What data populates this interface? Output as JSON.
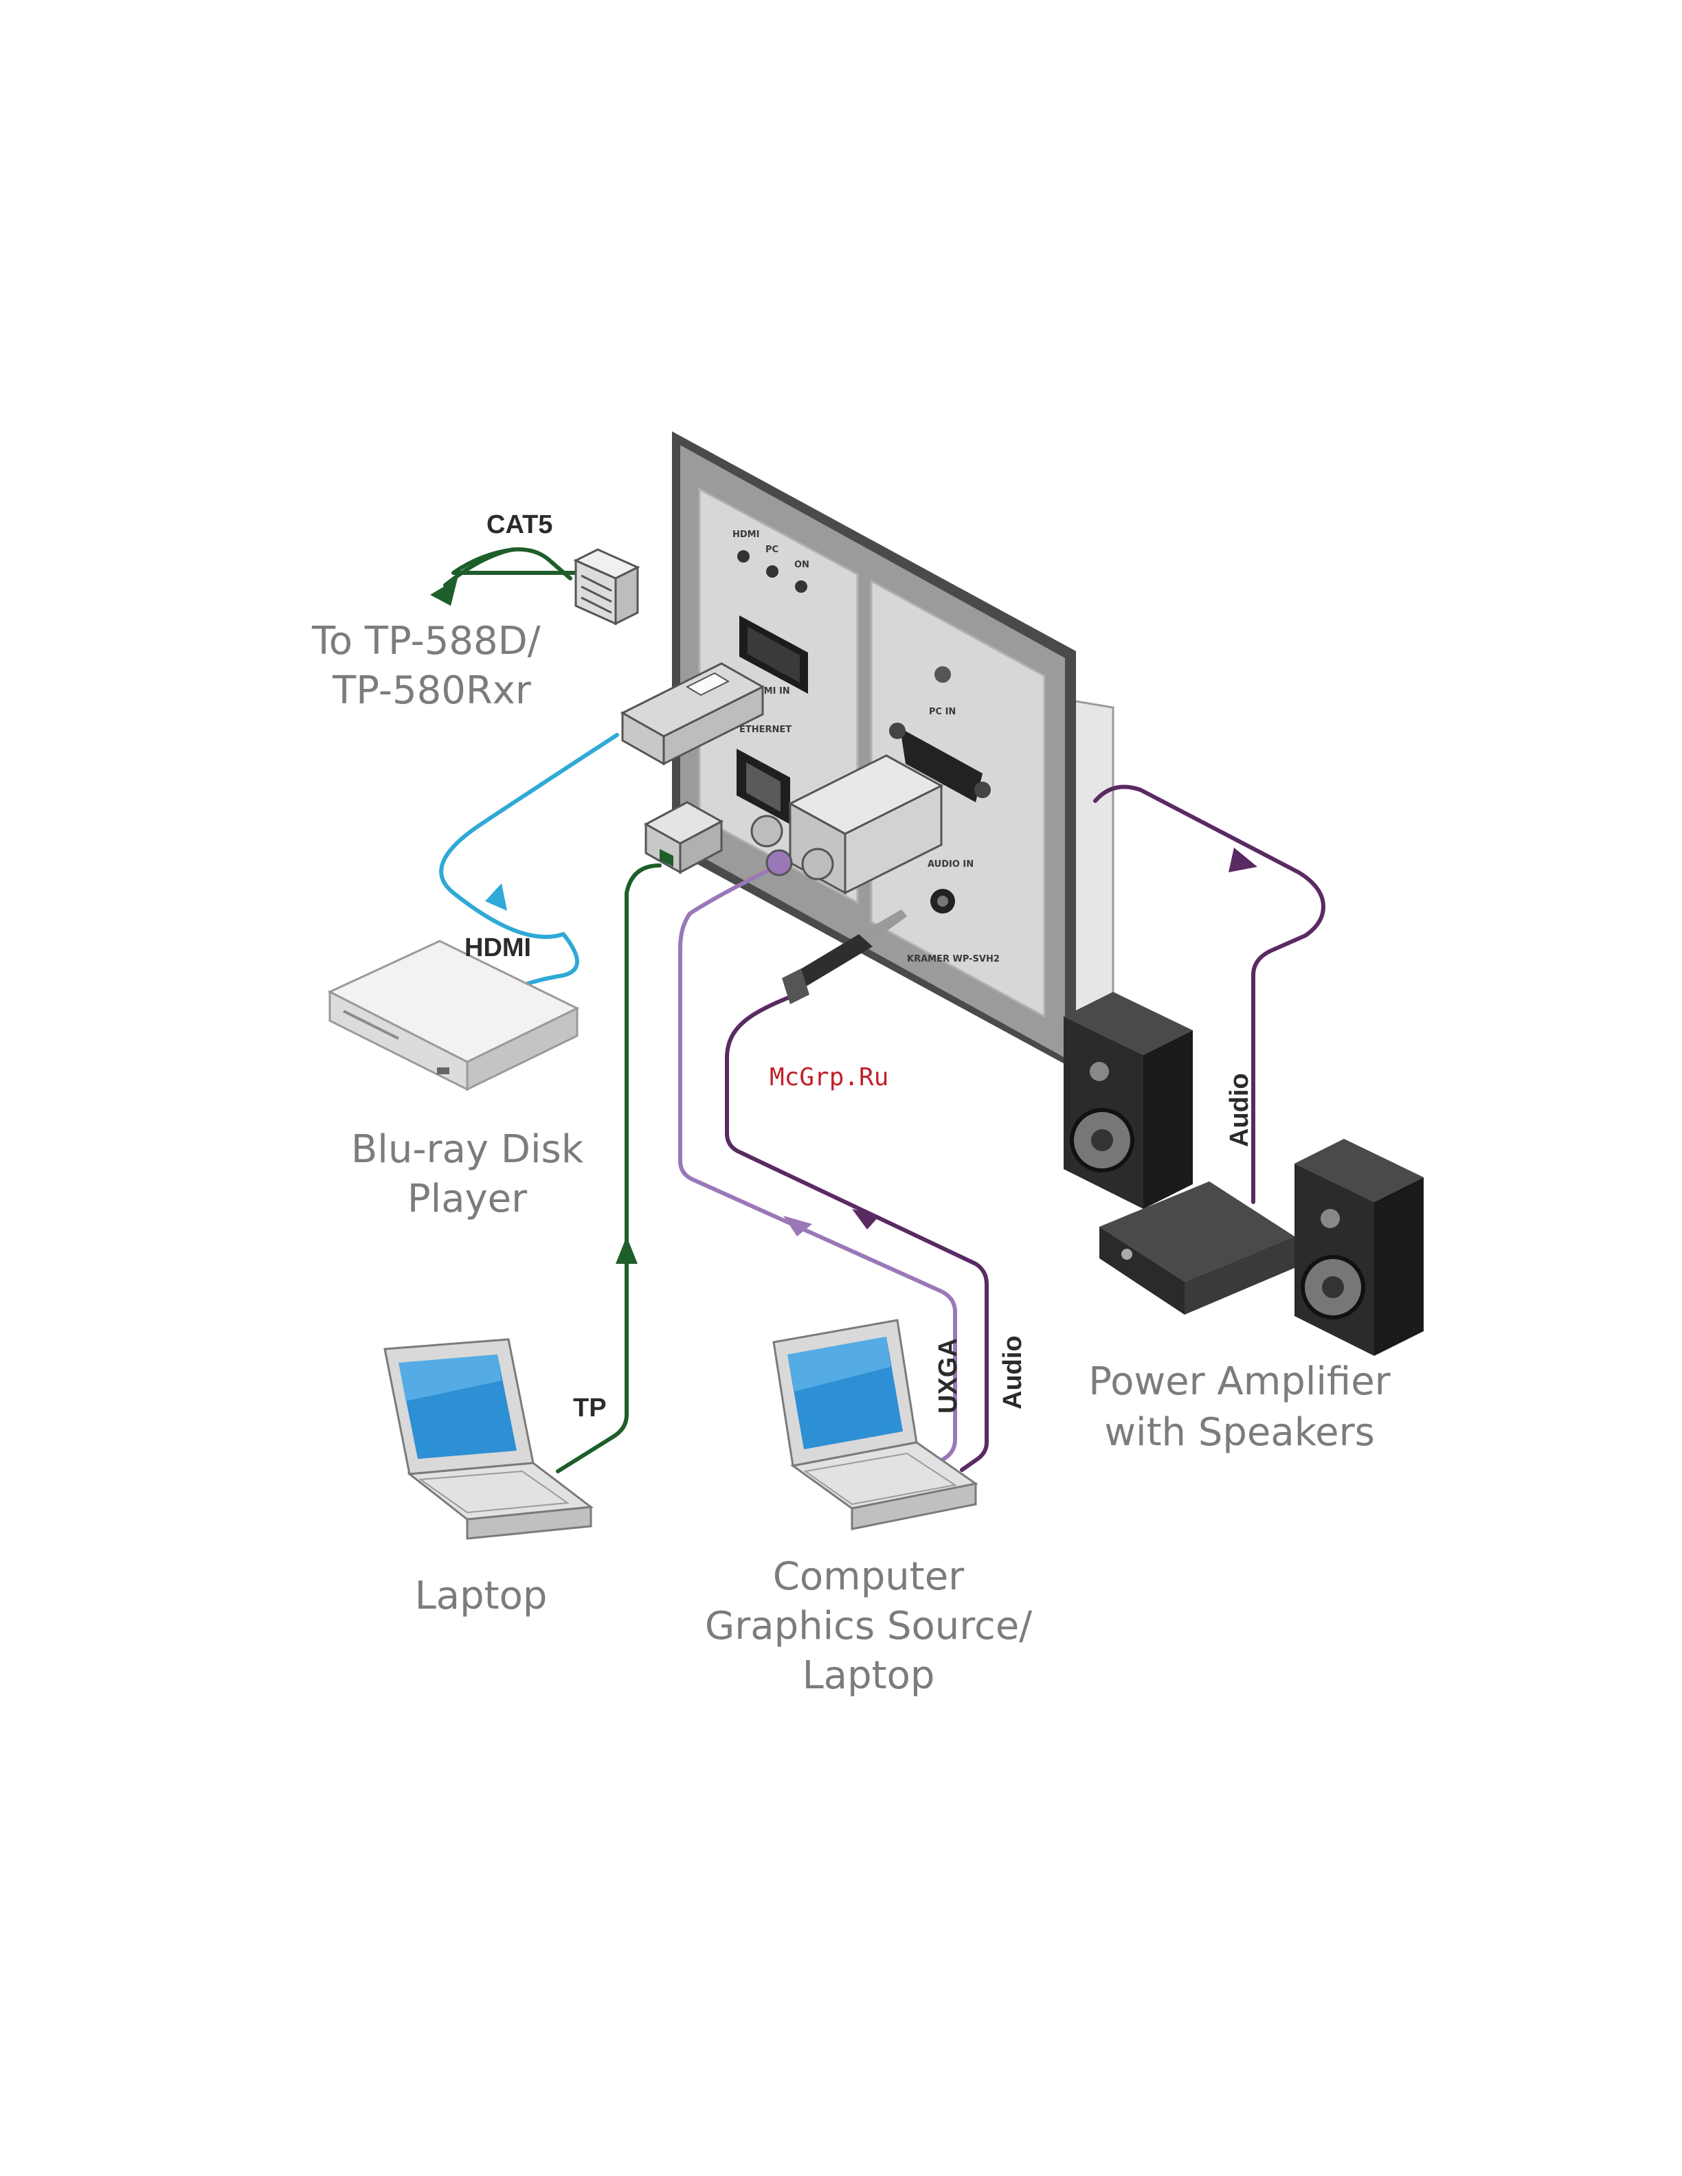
{
  "cables": {
    "cat5": "CAT5",
    "hdmi": "HDMI",
    "tp": "TP",
    "uxga": "UXGA",
    "audio_in": "Audio",
    "audio_out": "Audio"
  },
  "destination": {
    "line1": "To TP-588D/",
    "line2": "TP-580Rxr"
  },
  "devices": {
    "bluray": {
      "line1": "Blu-ray Disk",
      "line2": "Player"
    },
    "laptop": {
      "line1": "Laptop"
    },
    "computer": {
      "line1": "Computer",
      "line2": "Graphics Source/",
      "line3": "Laptop"
    },
    "amplifier": {
      "line1": "Power Amplifier",
      "line2": "with Speakers"
    }
  },
  "panel": {
    "led_hdmi": "HDMI",
    "led_pc": "PC",
    "led_on": "ON",
    "hdmi_in": "HDMI IN",
    "ethernet": "ETHERNET",
    "pc_in": "PC IN",
    "audio_in": "AUDIO IN",
    "model": "KRAMER WP-SVH2"
  },
  "watermark": "McGrp.Ru",
  "colors": {
    "tp_cable": "#1e5e2a",
    "hdmi_cable": "#2fa9d6",
    "audio_cable": "#5a2a63",
    "vga_cable": "#9a78b8"
  }
}
